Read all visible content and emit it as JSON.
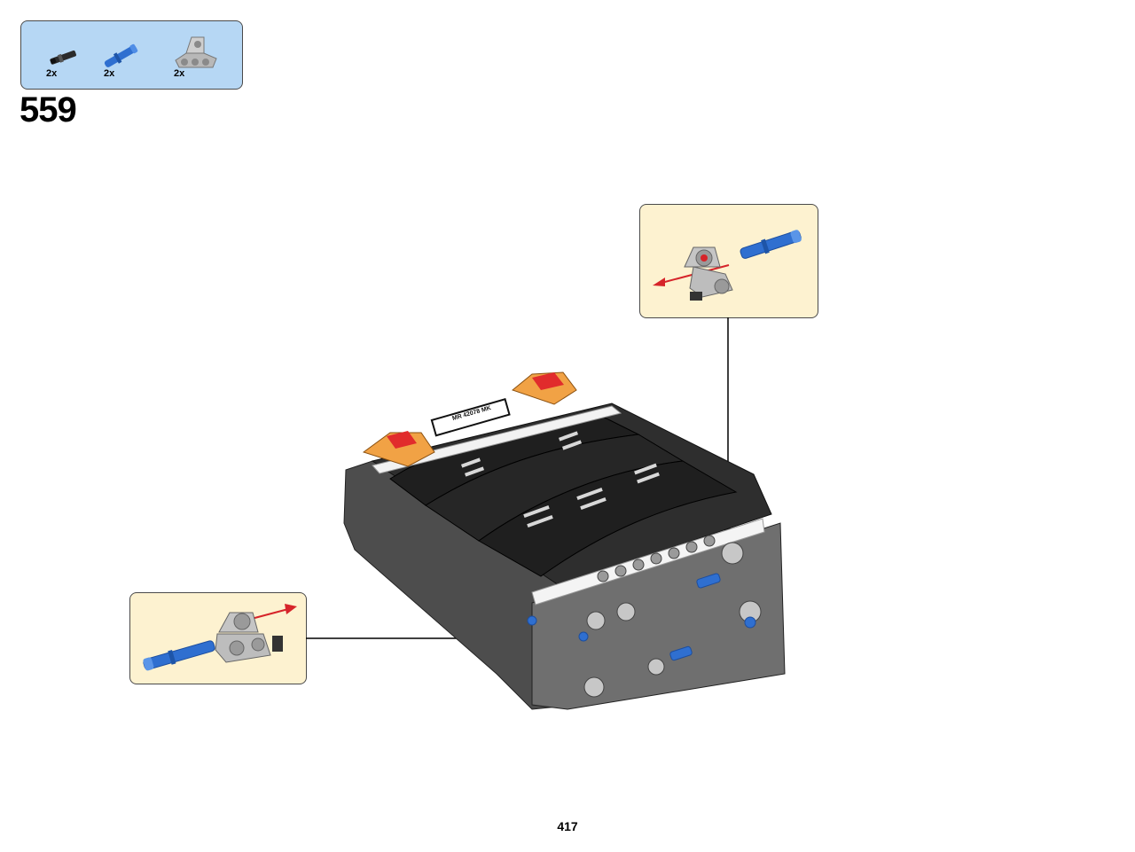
{
  "parts_list": {
    "items": [
      {
        "name": "black-connector-pin",
        "quantity": "2x",
        "color": "#2b2b2b"
      },
      {
        "name": "blue-axle-pin",
        "quantity": "2x",
        "color": "#2f6fd0"
      },
      {
        "name": "grey-double-pin-connector",
        "quantity": "2x",
        "color": "#b8b8b8"
      }
    ],
    "background": "#b6d7f4"
  },
  "step": {
    "number": "559"
  },
  "model": {
    "plate_text": "MR 42078 MK"
  },
  "callouts": {
    "background": "#fdf2d0",
    "arrow_color": "#d6242a"
  },
  "page": {
    "number": "417"
  }
}
